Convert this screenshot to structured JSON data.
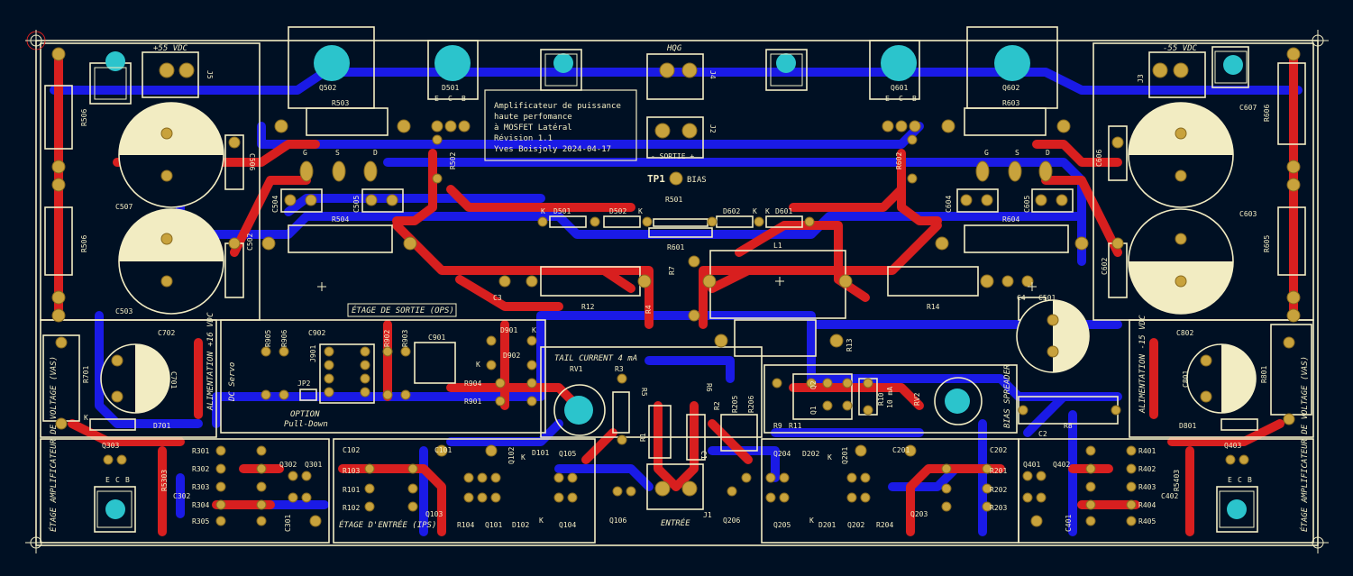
{
  "board": {
    "colors": {
      "background": "#001023",
      "front_copper": "#d81f1f",
      "back_copper": "#1a1ae6",
      "silkscreen": "#f2ecc2",
      "pad_gold": "#c8a23c",
      "mounting_hole": "#2bc4cc"
    },
    "title_block": {
      "line1": "Amplificateur de puissance",
      "line2": "haute perfomance",
      "line3": "à MOSFET Latéral",
      "line4": "Révision 1.1",
      "line5": "Yves Boisjoly 2024-04-17"
    },
    "connectors": {
      "plus55": "+55 VDC",
      "minus55": "-55 VDC",
      "hqg": "HQG",
      "sortie": "- SORTIE +",
      "entree": "ENTRÉE",
      "tp1": "TP1",
      "bias": "BIAS"
    },
    "sections": {
      "ops": "ÉTAGE DE SORTIE (OPS)",
      "ips": "ÉTAGE D'ENTRÉE (IPS)",
      "tail": "TAIL CURRENT 4 mA",
      "option": "OPTION",
      "pulldown": "Pull-Down",
      "dcservo": "DC Servo",
      "alim_left": "ALIMENTATION +16 VDC",
      "alim_right": "ALIMENTATION -15 VDC",
      "vas_left": "ÉTAGE AMPLIFICATEUR DE VOLTAGE (VAS)",
      "vas_right": "ÉTAGE AMPLIFICATEUR DE VOLTAGE (VAS)",
      "bias_spreader": "BIAS SPREADER",
      "r10_value": "10 mA"
    },
    "pin_labels": {
      "ecb": [
        "E",
        "C",
        "B"
      ],
      "gsd": [
        "G",
        "S",
        "D"
      ],
      "k": "K"
    },
    "refs": {
      "Q502": "Q502",
      "D501": "D501",
      "R503": "R503",
      "R502": "R502",
      "R504": "R504",
      "C504": "C504",
      "C505": "C505",
      "R506a": "R506",
      "R506b": "R506",
      "C506": "C506",
      "C507": "C507",
      "C502": "C502",
      "C503": "C503",
      "J5": "J5",
      "J4": "J4",
      "J2": "J2",
      "J3": "J3",
      "Q601": "Q601",
      "Q602": "Q602",
      "R603": "R603",
      "R602": "R602",
      "R604": "R604",
      "C604": "C604",
      "C605": "C605",
      "R606": "R606",
      "R605": "R605",
      "C606": "C606",
      "C607": "C607",
      "C603": "C603",
      "C602": "C602",
      "C501": "C501",
      "C4": "C4",
      "R14": "R14",
      "R501": "R501",
      "R601": "R601",
      "L1": "L1",
      "R7": "R7",
      "R4": "R4",
      "R12": "R12",
      "C3": "C3",
      "R13": "R13",
      "D501b": "D501",
      "D502": "D502",
      "D602": "D602",
      "D601": "D601",
      "R701": "R701",
      "C702": "C702",
      "C701": "C701",
      "D701": "D701",
      "R905": "R905",
      "R906": "R906",
      "C902": "C902",
      "J901": "J901",
      "R902": "R902",
      "R903": "R903",
      "C901": "C901",
      "D901": "D901",
      "D902": "D902",
      "JP2": "JP2",
      "R904": "R904",
      "R901": "R901",
      "RV1": "RV1",
      "R3": "R3",
      "R5": "R5",
      "R6": "R6",
      "R1": "R1",
      "R2": "R2",
      "R205": "R205",
      "R206": "R206",
      "C1": "C1",
      "Q2": "Q2",
      "Q1": "Q1",
      "R9": "R9",
      "R11": "R11",
      "R10": "R10",
      "RV2": "RV2",
      "R8": "R8",
      "C2": "C2",
      "C802": "C802",
      "C801": "C801",
      "R801": "R801",
      "D801": "D801",
      "Q303": "Q303",
      "R301": "R301",
      "R302": "R302",
      "R303": "R303",
      "R304": "R304",
      "R305": "R305",
      "Q302": "Q302",
      "Q301": "Q301",
      "R5303": "R5303",
      "C302": "C302",
      "C301": "C301",
      "C102": "C102",
      "R103": "R103",
      "R101": "R101",
      "R102": "R102",
      "C101": "C101",
      "Q102": "Q102",
      "D101": "D101",
      "Q105": "Q105",
      "Q103": "Q103",
      "R104": "R104",
      "Q101": "Q101",
      "D102": "D102",
      "Q104": "Q104",
      "Q106": "Q106",
      "Q206": "Q206",
      "J1": "J1",
      "Q204": "Q204",
      "D202": "D202",
      "Q201": "Q201",
      "C201": "C201",
      "Q205": "Q205",
      "D201": "D201",
      "Q202": "Q202",
      "R204": "R204",
      "Q203": "Q203",
      "C202": "C202",
      "R201": "R201",
      "R202": "R202",
      "R203": "R203",
      "Q401": "Q401",
      "Q402": "Q402",
      "Q403": "Q403",
      "R401": "R401",
      "R402": "R402",
      "R403": "R403",
      "R404": "R404",
      "R405": "R405",
      "C402": "C402",
      "C401": "C401",
      "R5403": "R5403"
    }
  }
}
